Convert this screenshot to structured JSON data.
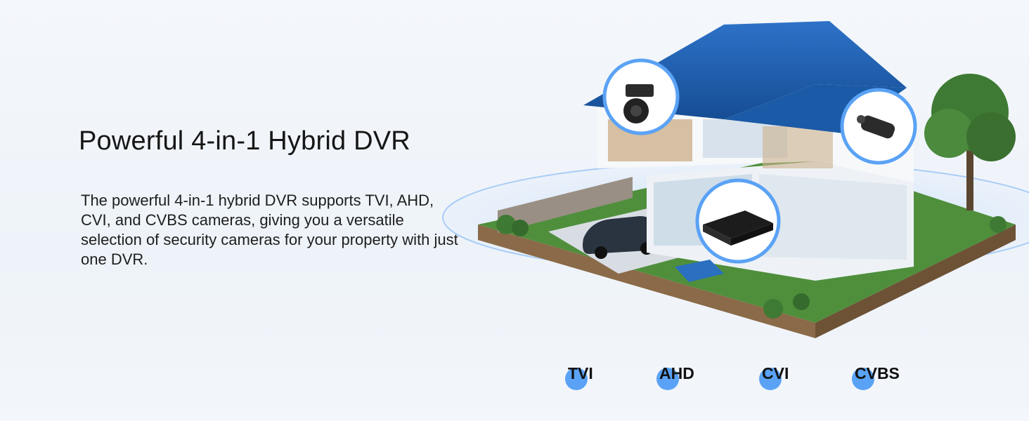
{
  "hero": {
    "title": "Powerful 4-in-1 Hybrid DVR",
    "description": "The powerful 4-in-1 hybrid DVR supports TVI, AHD, CVI, and CVBS cameras, giving you a versatile selection of security cameras for your property with just one DVR."
  },
  "badges": [
    {
      "label": "TVI"
    },
    {
      "label": "AHD"
    },
    {
      "label": "CVI"
    },
    {
      "label": "CVBS"
    }
  ],
  "colors": {
    "accent": "#5aa2f5",
    "roof": "#1f5fae",
    "lawn": "#4f8f3c"
  }
}
